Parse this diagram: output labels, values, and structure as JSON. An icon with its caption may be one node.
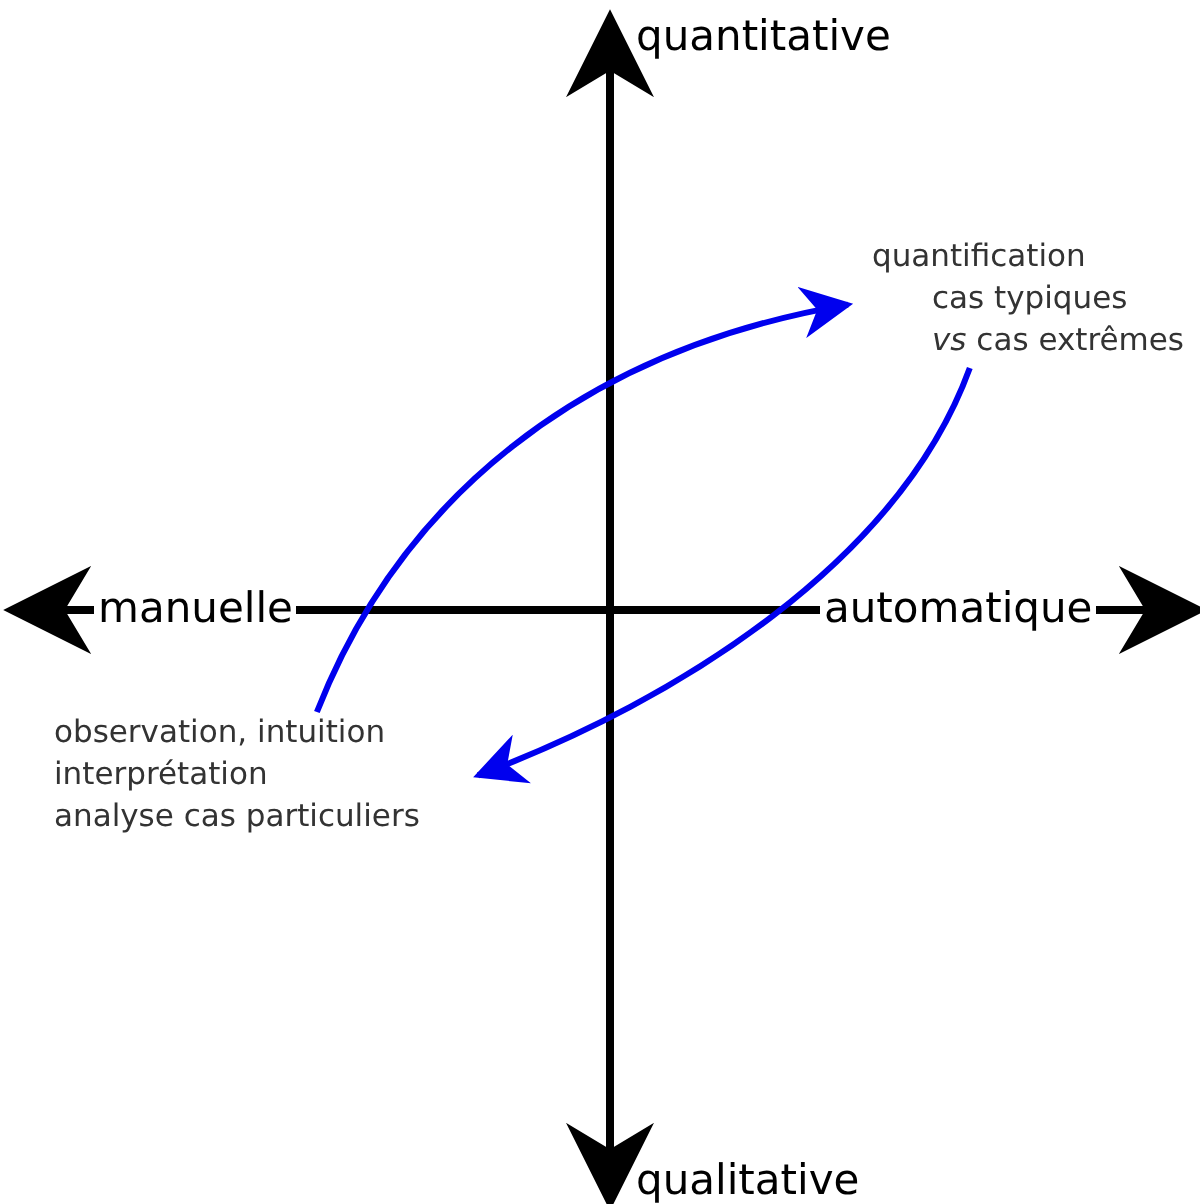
{
  "diagram": {
    "nodes": [
      {
        "text": [
          "observation, intuition",
          "interprétation",
          "analyse cas particuliers"
        ]
      },
      {
        "text": [
          "quantification",
          "cas typiques",
          "*vs* cas extrêmes"
        ]
      }
    ],
    "edges": [
      {
        "from": 0,
        "to": 1,
        "arrow": "to"
      },
      {
        "from": 1,
        "to": 0,
        "arrow": "to"
      }
    ],
    "labels": [
      "quantitative",
      "manuelle",
      "automatique",
      "qualitative"
    ]
  }
}
